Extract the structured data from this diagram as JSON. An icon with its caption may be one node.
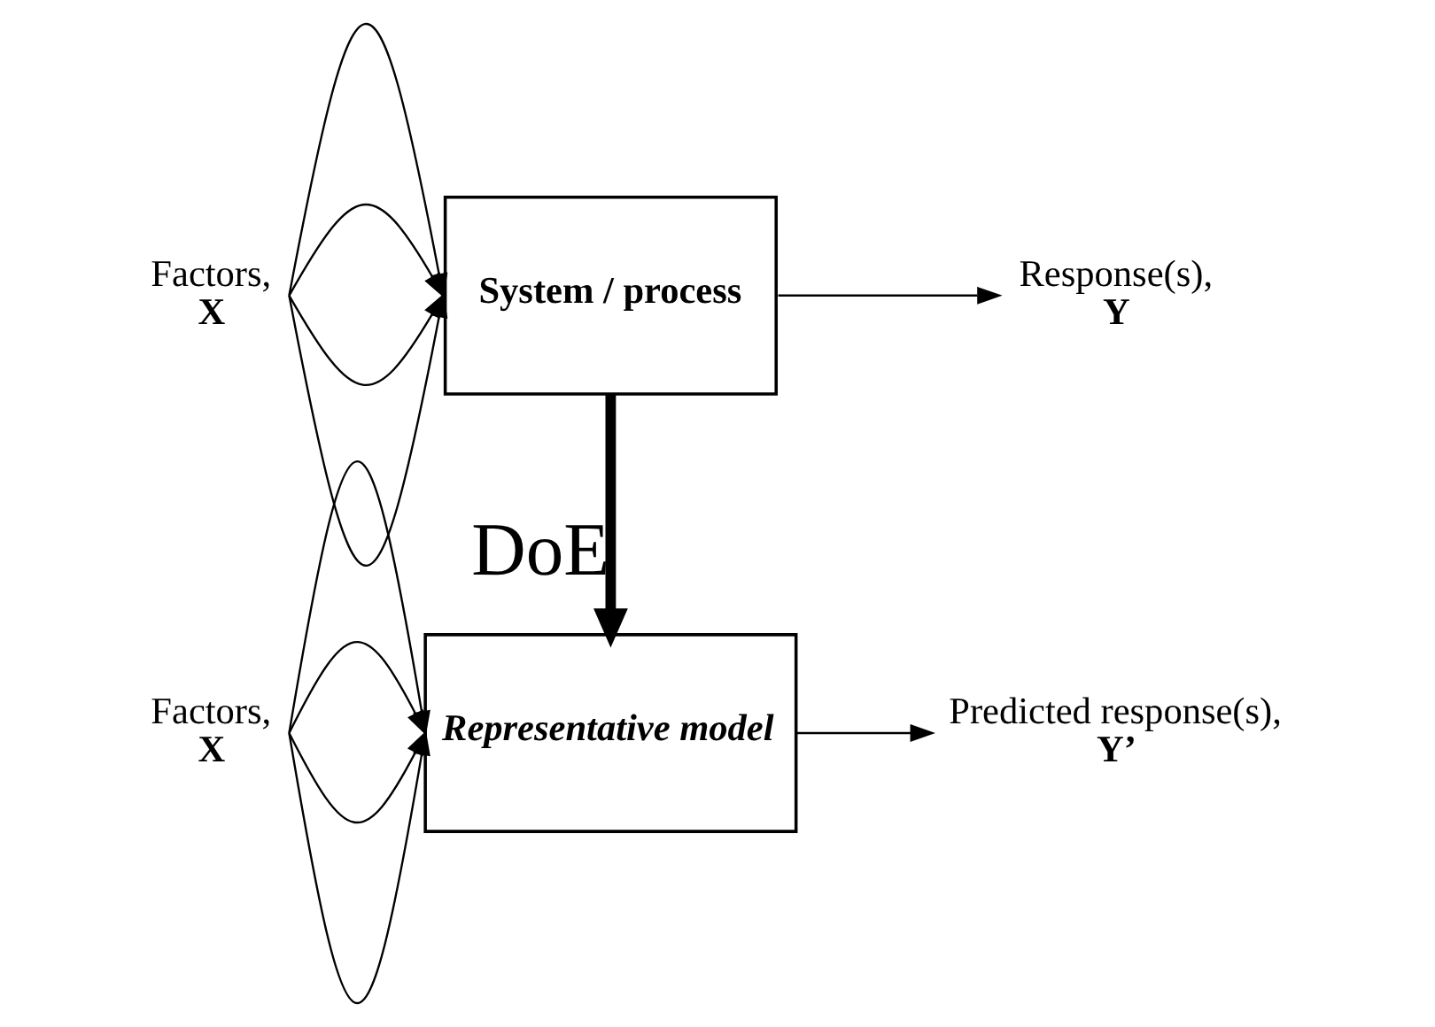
{
  "diagram": {
    "nodes": [
      {
        "text": [
          "Factors,",
          "X"
        ]
      },
      {
        "text": [
          "System / process"
        ]
      },
      {
        "text": [
          "Response(s),",
          "Y"
        ]
      },
      {
        "text": [
          "Factors,",
          "X"
        ]
      },
      {
        "text": [
          "Representative model"
        ]
      },
      {
        "text": [
          "Predicted response(s),",
          "Y’"
        ]
      }
    ],
    "edges": [
      {
        "from": 0,
        "to": 1,
        "arrow": "to"
      },
      {
        "from": 0,
        "to": 1,
        "arrow": "to"
      },
      {
        "from": 0,
        "to": 1,
        "arrow": "to"
      },
      {
        "from": 0,
        "to": 1,
        "arrow": "to"
      },
      {
        "from": 1,
        "to": 2,
        "arrow": "to"
      },
      {
        "from": 1,
        "to": 4,
        "arrow": "to",
        "label": "DoE",
        "style": "thick"
      },
      {
        "from": 3,
        "to": 4,
        "arrow": "to"
      },
      {
        "from": 3,
        "to": 4,
        "arrow": "to"
      },
      {
        "from": 3,
        "to": 4,
        "arrow": "to"
      },
      {
        "from": 3,
        "to": 4,
        "arrow": "to"
      },
      {
        "from": 4,
        "to": 5,
        "arrow": "to"
      }
    ]
  }
}
